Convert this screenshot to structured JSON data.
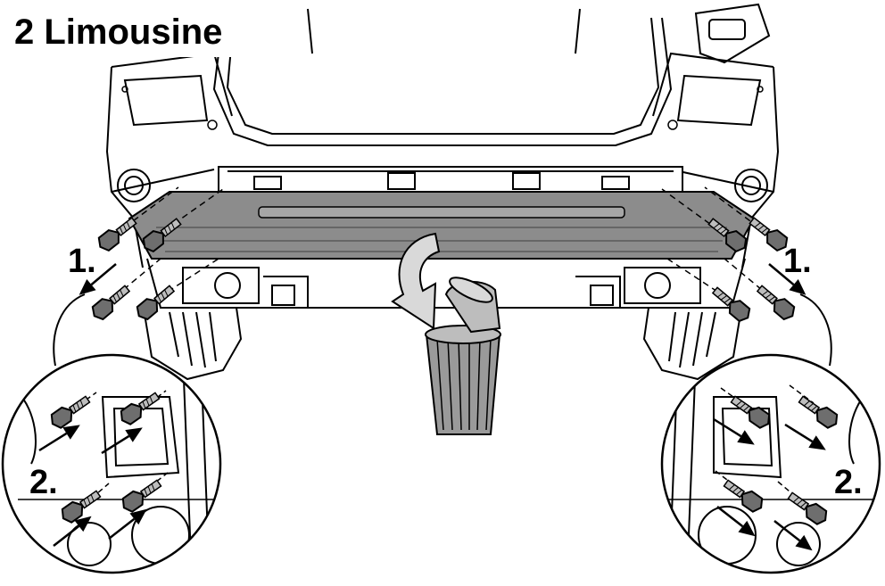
{
  "title": "2  Limousine",
  "callouts": {
    "left_upper": "1.",
    "right_upper": "1.",
    "left_lower": "2.",
    "right_lower": "2."
  },
  "colors": {
    "line": "#000000",
    "bumper_fill": "#8c8c8c",
    "bolt_fill": "#6e6e6e",
    "bin_fill": "#9a9a9a",
    "arrow_fill": "#d9d9d9",
    "background": "#ffffff"
  },
  "icons": [
    "bolt-icon",
    "arrow-icon",
    "waste-bin-icon",
    "curved-arrow-icon",
    "magnifier-circle"
  ]
}
